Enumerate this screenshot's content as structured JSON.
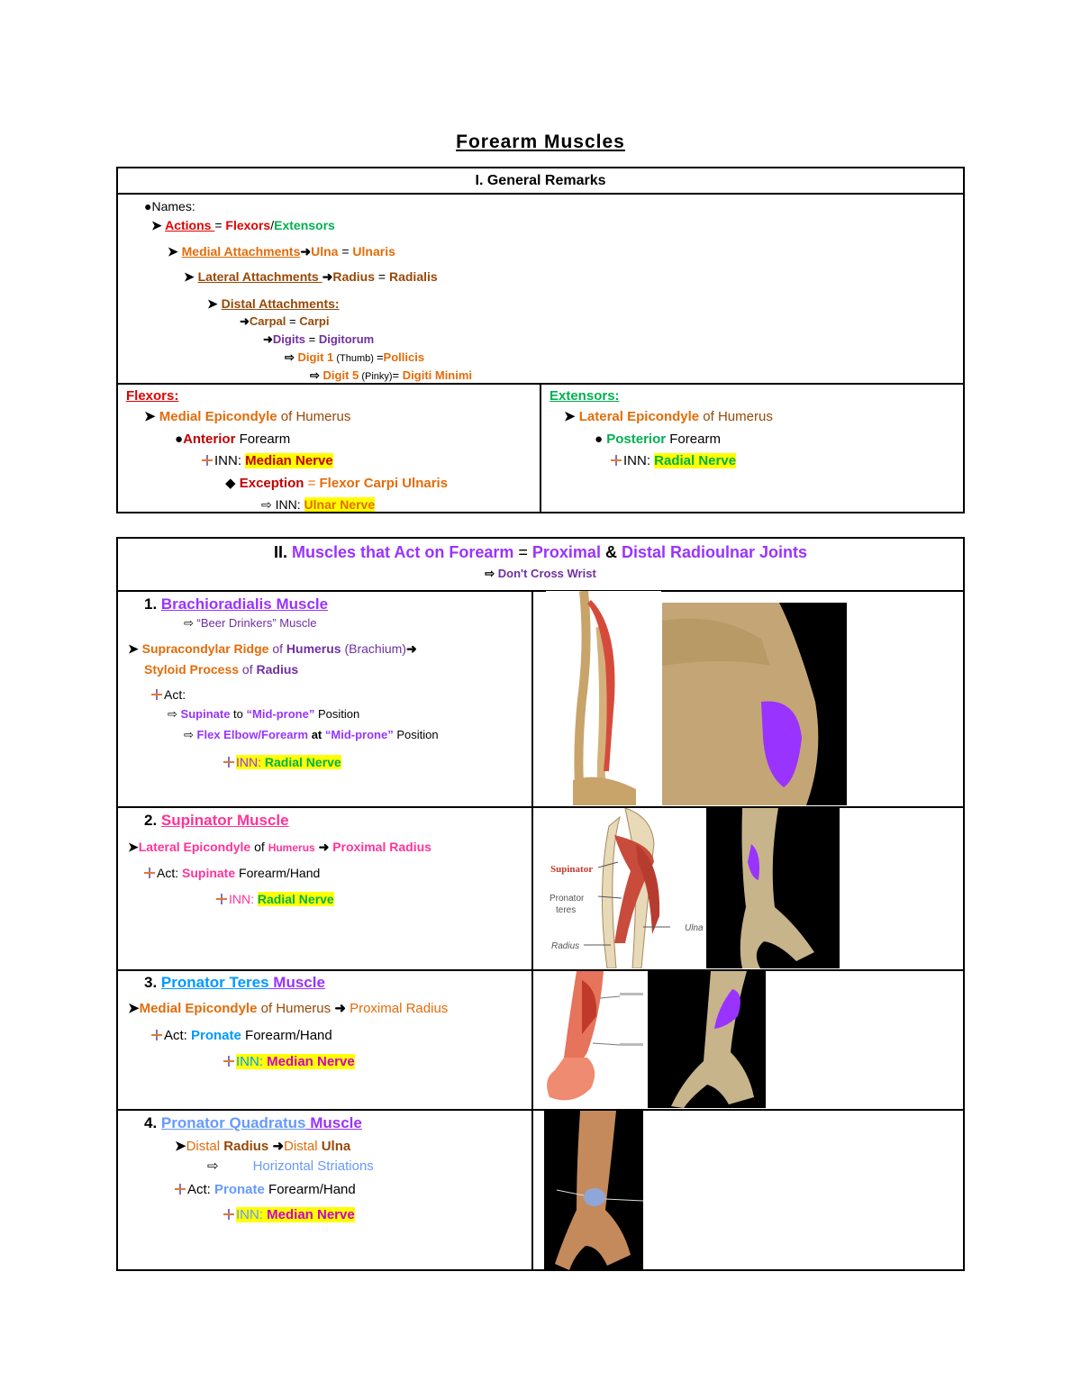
{
  "title": "Forearm Muscles",
  "section1": {
    "header": "I. General Remarks",
    "names_label": "Names:",
    "actions": {
      "label": "Actions ",
      "eq": " = ",
      "v1": "Flexors",
      "slash": "/",
      "v2": "Extensors"
    },
    "medial": {
      "label": "Medial Attachments",
      "v1": "Ulna",
      "eq": " = ",
      "v2": "Ulnaris"
    },
    "lateral": {
      "label": "Lateral Attachments ",
      "v1": "Radius",
      "eq": " = ",
      "v2": "Radialis"
    },
    "distal": {
      "label": "Distal Attachments:"
    },
    "carpal": {
      "v1": "Carpal",
      "eq": " = ",
      "v2": "Carpi"
    },
    "digits": {
      "v1": "Digits",
      "eq": " = ",
      "v2": "Digitorum"
    },
    "digit1": {
      "v1": "Digit 1",
      "note": " (Thumb) ",
      "eq": "=",
      "v2": "Pollicis"
    },
    "digit5": {
      "v1": "Digit 5",
      "note": " (Pinky)",
      "eq": "= ",
      "v2": "Digiti Minimi"
    },
    "flexors": {
      "header": "Flexors:",
      "origin_bold": "Medial Epicondyle",
      "origin_rest": " of Humerus",
      "pos_bold": "Anterior",
      "pos_rest": " Forearm",
      "inn_label": "INN: ",
      "inn_value": "Median Nerve",
      "exception_label": "Exception",
      "exception_eq": " = ",
      "exception_value": "Flexor Carpi Ulnaris",
      "exc_inn_label": " INN: ",
      "exc_inn_value": "Ulnar Nerve"
    },
    "extensors": {
      "header": "Extensors:",
      "origin_bold": "Lateral Epicondyle",
      "origin_rest": " of Humerus",
      "pos_bold": "Posterior",
      "pos_rest": " Forearm",
      "inn_label": "INN: ",
      "inn_value": "Radial Nerve"
    }
  },
  "section2": {
    "header_num": "II.",
    "header_a": " Muscles that Act on Forearm",
    "header_eq": " = ",
    "header_b": "Proximal",
    "header_amp": " & ",
    "header_c": "Distal Radioulnar Joints",
    "subheader": "Don't Cross Wrist",
    "m1": {
      "num": "1. ",
      "name": "Brachioradialis Muscle",
      "nickname": " “Beer Drinkers” Muscle",
      "o1": "Supracondylar Ridge",
      "o2": " of ",
      "o3": "Humerus",
      "o4": " (Brachium)",
      "o5": "Styloid Process",
      "o6": " of ",
      "o7": "Radius",
      "act_label": "Act:",
      "a1_bold": "Supinate",
      "a1_mid": " to ",
      "a1_q": "“Mid-prone”",
      "a1_rest": " Position",
      "a2_bold": "Flex Elbow/Forearm",
      "a2_mid": " at ",
      "a2_q": "“Mid-prone”",
      "a2_rest": " Position",
      "inn_label": "INN: ",
      "inn_value": "Radial Nerve"
    },
    "m2": {
      "num": "2. ",
      "name": "Supinator Muscle",
      "o1": "Lateral Epicondyle",
      "o2": " of ",
      "o3": "Humerus",
      "o4": "Proximal Radius",
      "act_label": "Act: ",
      "act_bold": "Supinate",
      "act_rest": " Forearm/Hand",
      "inn_label": "INN: ",
      "inn_value": "Radial Nerve",
      "fig_labels": [
        "Supinator",
        "Pronator",
        "teres",
        "Ulna",
        "Radius"
      ]
    },
    "m3": {
      "num": "3. ",
      "name_a": "Pronator Teres",
      "name_b": " Muscle",
      "o1": "Medial Epicondyle",
      "o2": " of Humerus ",
      "o3": "Proximal Radius",
      "act_label": "Act: ",
      "act_bold": "Pronate",
      "act_rest": " Forearm/Hand",
      "inn_label": "INN: ",
      "inn_value": "Median Nerve"
    },
    "m4": {
      "num": "4. ",
      "name_a": "Pronator Quadratus",
      "name_b": " Muscle",
      "o1": "Distal ",
      "o2": "Radius",
      "o3": "Distal ",
      "o4": "Ulna",
      "striations": "Horizontal Striations",
      "act_label": "Act: ",
      "act_bold": "Pronate",
      "act_rest": " Forearm/Hand",
      "inn_label": "INN: ",
      "inn_value": "Median Nerve"
    }
  }
}
